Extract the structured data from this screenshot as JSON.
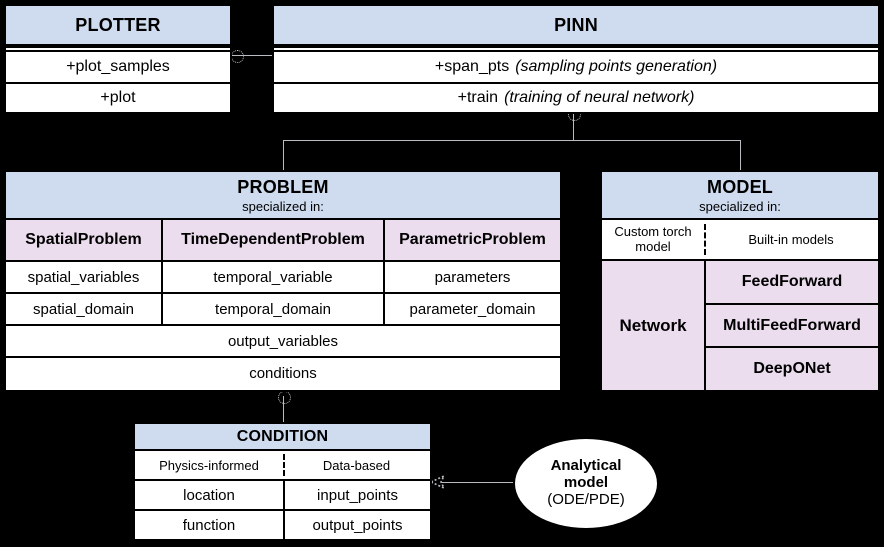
{
  "diagram": {
    "title": "PINA software architecture UML class diagram",
    "colors": {
      "header_blue": "#cfdcf0",
      "subclass_pink": "#ebdcee",
      "background": "#000000",
      "border": "#000000",
      "connector": "#b9bcc0"
    }
  },
  "plotter": {
    "title": "PLOTTER",
    "methods": [
      "+plot_samples",
      "+plot"
    ]
  },
  "pinn": {
    "title": "PINN",
    "methods": [
      {
        "name": "+span_pts",
        "note": "(sampling points generation)"
      },
      {
        "name": "+train",
        "note": "(training of neural network)"
      }
    ]
  },
  "problem": {
    "title": "PROBLEM",
    "subtitle": "specialized in:",
    "subclasses": [
      "SpatialProblem",
      "TimeDependentProblem",
      "ParametricProblem"
    ],
    "attribute_rows": [
      [
        "spatial_variables",
        "temporal_variable",
        "parameters"
      ],
      [
        "spatial_domain",
        "temporal_domain",
        "parameter_domain"
      ]
    ],
    "shared_rows": [
      "output_variables",
      "conditions"
    ]
  },
  "model": {
    "title": "MODEL",
    "subtitle": "specialized in:",
    "column_headers": [
      "Custom torch model",
      "Built-in models"
    ],
    "custom_label": "Network",
    "builtin_models": [
      "FeedForward",
      "MultiFeedForward",
      "DeepONet"
    ]
  },
  "condition": {
    "title": "CONDITION",
    "column_headers": [
      "Physics-informed",
      "Data-based"
    ],
    "rows": [
      [
        "location",
        "input_points"
      ],
      [
        "function",
        "output_points"
      ]
    ]
  },
  "analytical": {
    "line1": "Analytical",
    "line2": "model",
    "line3": "(ODE/PDE)"
  }
}
